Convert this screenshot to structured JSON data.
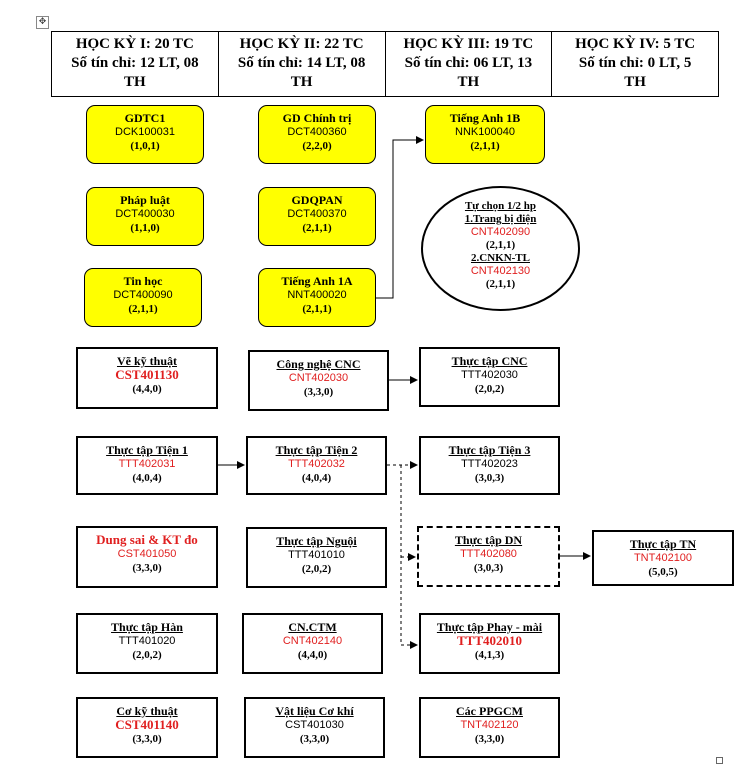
{
  "semesters": [
    {
      "line1": "HỌC KỲ I: 20 TC",
      "line2": "Số tín chỉ: 12 LT, 08",
      "line3": "TH"
    },
    {
      "line1": "HỌC KỲ II: 22 TC",
      "line2": "Số tín chỉ: 14 LT, 08",
      "line3": "TH"
    },
    {
      "line1": "HỌC KỲ III: 19 TC",
      "line2": "Số tín chỉ: 06 LT, 13",
      "line3": "TH"
    },
    {
      "line1": "HỌC KỲ IV: 5 TC",
      "line2": "Số tín chỉ: 0 LT, 5",
      "line3": "TH"
    }
  ],
  "courses": {
    "gdtc1": {
      "name": "GDTC1",
      "code": "DCK100031",
      "credits": "(1,0,1)"
    },
    "phap_luat": {
      "name": "Pháp luật",
      "code": "DCT400030",
      "credits": "(1,1,0)"
    },
    "tin_hoc": {
      "name": "Tin học",
      "code": "DCT400090",
      "credits": "(2,1,1)"
    },
    "gd_chinh_tri": {
      "name": "GD Chính trị",
      "code": "DCT400360",
      "credits": "(2,2,0)"
    },
    "gdqpan": {
      "name": "GDQPAN",
      "code": "DCT400370",
      "credits": "(2,1,1)"
    },
    "tieng_anh_1a": {
      "name": "Tiếng Anh 1A",
      "code": "NNT400020",
      "credits": "(2,1,1)"
    },
    "tieng_anh_1b": {
      "name": "Tiếng Anh 1B",
      "code": "NNK100040",
      "credits": "(2,1,1)"
    },
    "ve_ky_thuat": {
      "name": "Vẽ kỹ thuật",
      "code": "CST401130",
      "credits": "(4,4,0)"
    },
    "cong_nghe_cnc": {
      "name": "Công nghệ CNC",
      "code": "CNT402030",
      "credits": "(3,3,0)"
    },
    "thuc_tap_cnc": {
      "name": "Thực tập CNC",
      "code": "TTT402030",
      "credits": "(2,0,2)"
    },
    "thuc_tap_tien_1": {
      "name": "Thực tập Tiện 1",
      "code": "TTT402031",
      "credits": "(4,0,4)"
    },
    "thuc_tap_tien_2": {
      "name": "Thực tập Tiện 2",
      "code": "TTT402032",
      "credits": "(4,0,4)"
    },
    "thuc_tap_tien_3": {
      "name": "Thực tập Tiện 3",
      "code": "TTT402023",
      "credits": "(3,0,3)"
    },
    "dung_sai": {
      "name": "Dung sai & KT đo",
      "code": "CST401050",
      "credits": "(3,3,0)"
    },
    "thuc_tap_nguoi": {
      "name": "Thực tập Nguội",
      "code": "TTT401010",
      "credits": "(2,0,2)"
    },
    "thuc_tap_dn": {
      "name": "Thực tập DN",
      "code": "TTT402080",
      "credits": "(3,0,3)"
    },
    "thuc_tap_tn": {
      "name": "Thực tập TN",
      "code": "TNT402100",
      "credits": "(5,0,5)"
    },
    "thuc_tap_han": {
      "name": "Thực tập Hàn",
      "code": "TTT401020",
      "credits": "(2,0,2)"
    },
    "cn_ctm": {
      "name": "CN.CTM",
      "code": "CNT402140",
      "credits": "(4,4,0)"
    },
    "thuc_tap_phay": {
      "name": "Thực tập Phay - mài",
      "code": "TTT402010",
      "credits": "(4,1,3)"
    },
    "co_ky_thuat": {
      "name": "Cơ kỹ thuật",
      "code": "CST401140",
      "credits": "(3,3,0)"
    },
    "vat_lieu": {
      "name": "Vật liệu Cơ khí",
      "code": "CST401030",
      "credits": "(3,3,0)"
    },
    "cac_ppgcm": {
      "name": "Các PPGCM",
      "code": "TNT402120",
      "credits": "(3,3,0)"
    }
  },
  "elective": {
    "title": "Tự chọn 1/2 hp",
    "opt1_name": "1.Trang bị điện",
    "opt1_code": "CNT402090",
    "opt1_credits": "(2,1,1)",
    "opt2_name": "2.CNKN-TL",
    "opt2_code": "CNT402130",
    "opt2_credits": "(2,1,1)"
  },
  "colors": {
    "yellow_box": "#ffff00",
    "red_text": "#e02020",
    "border": "#000000"
  }
}
